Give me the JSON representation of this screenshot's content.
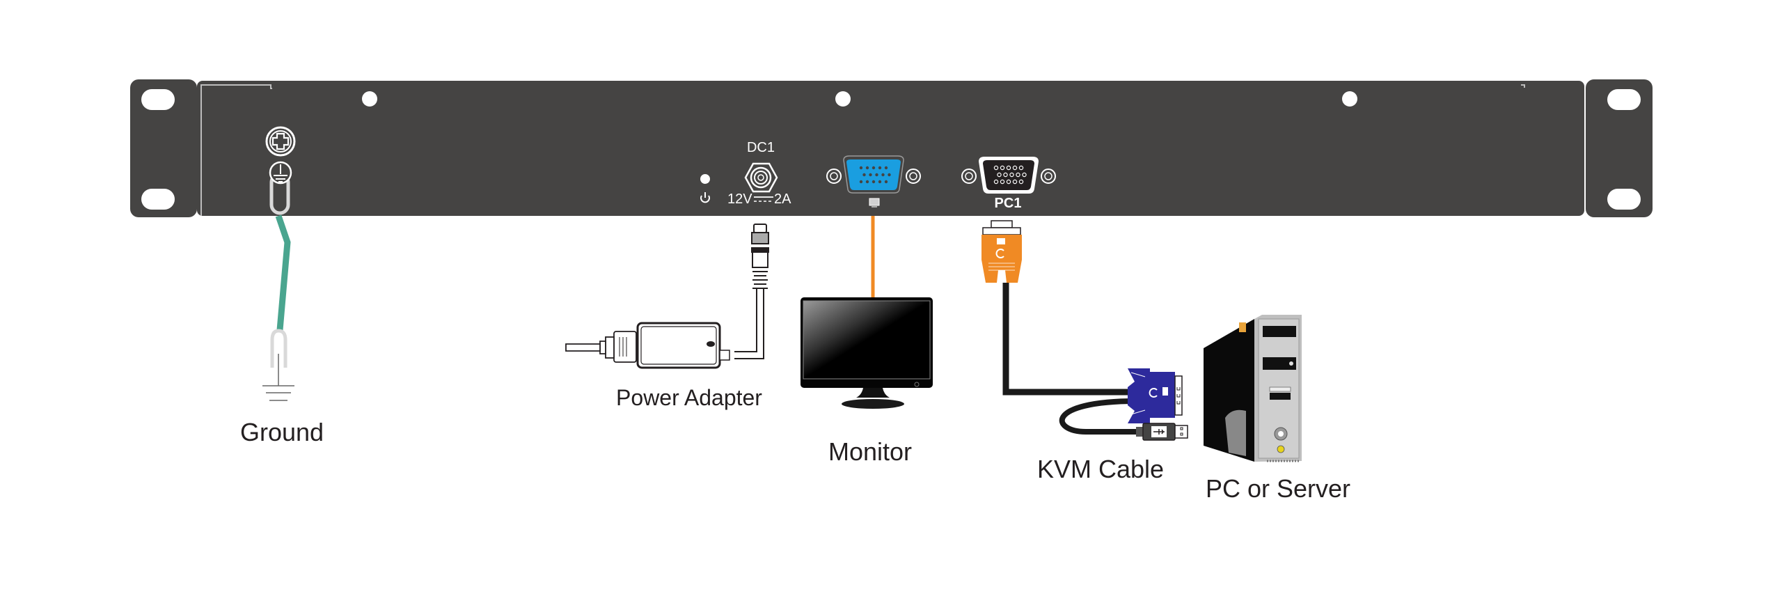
{
  "diagram": {
    "title": "Rack KVM rear panel connection diagram",
    "colors": {
      "panel": "#454443",
      "ground_wire": "#4aa58f",
      "vga_blue_port": "#1a9ee0",
      "monitor_cable": "#f08a24",
      "kvm_orange_connector": "#f08a24",
      "kvm_blue_connector": "#2d2a9c",
      "cable_black": "#1a1a1a"
    },
    "panel": {
      "ports": {
        "power_led_icon": "power-icon",
        "dc_label": "DC1",
        "dc_rating_voltage": "12V",
        "dc_rating_current": "2A",
        "monitor_port_icon": "monitor-icon",
        "pc_port_label": "PC1"
      }
    },
    "devices": [
      {
        "id": "ground",
        "label": "Ground"
      },
      {
        "id": "power-adapter",
        "label": "Power Adapter"
      },
      {
        "id": "monitor",
        "label": "Monitor"
      },
      {
        "id": "kvm-cable",
        "label": "KVM Cable"
      },
      {
        "id": "pc-server",
        "label": "PC or Server"
      }
    ]
  }
}
